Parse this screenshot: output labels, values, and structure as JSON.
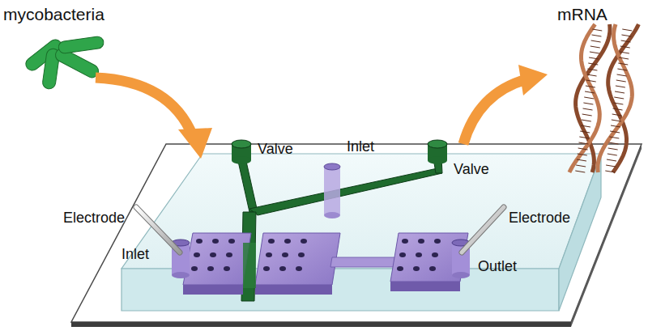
{
  "diagram": {
    "labels": [
      "mycobacteria",
      "mRNA",
      "Valve",
      "Inlet",
      "Valve",
      "Electrode",
      "Electrode",
      "Inlet",
      "Outlet"
    ]
  }
}
